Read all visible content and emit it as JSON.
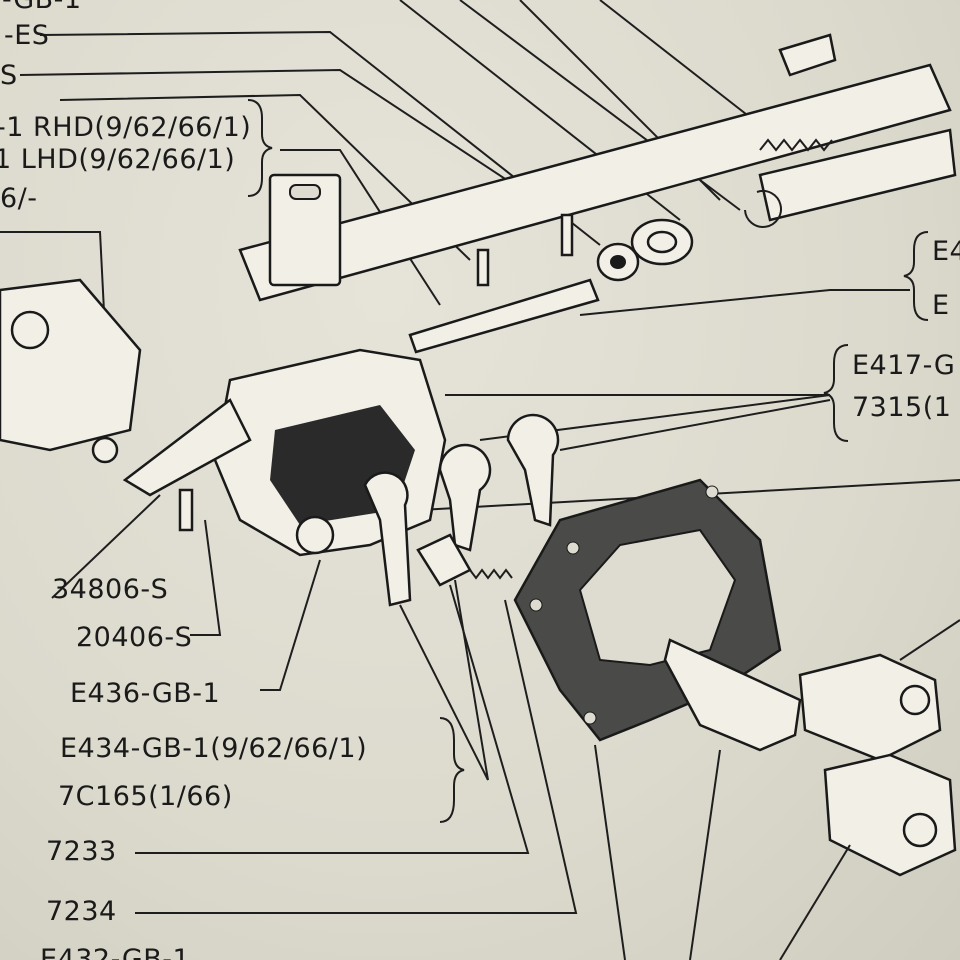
{
  "labels": {
    "top_gb": "-GB-1",
    "es": "-ES",
    "s": "S",
    "rhd": "-1 RHD(9/62/66/1)",
    "lhd": "1 LHD(9/62/66/1)",
    "six": "6/-",
    "e4_a": "E4",
    "e4_b": "E",
    "e417": "E417-G",
    "n7315": "7315(1",
    "n34806": "34806-S",
    "n20406": "20406-S",
    "e436": "E436-GB-1",
    "e434": "E434-GB-1(9/62/66/1)",
    "c165": "7C165(1/66)",
    "n7233": "7233",
    "n7234": "7234",
    "bottom_partial": "E432-GB-1"
  }
}
